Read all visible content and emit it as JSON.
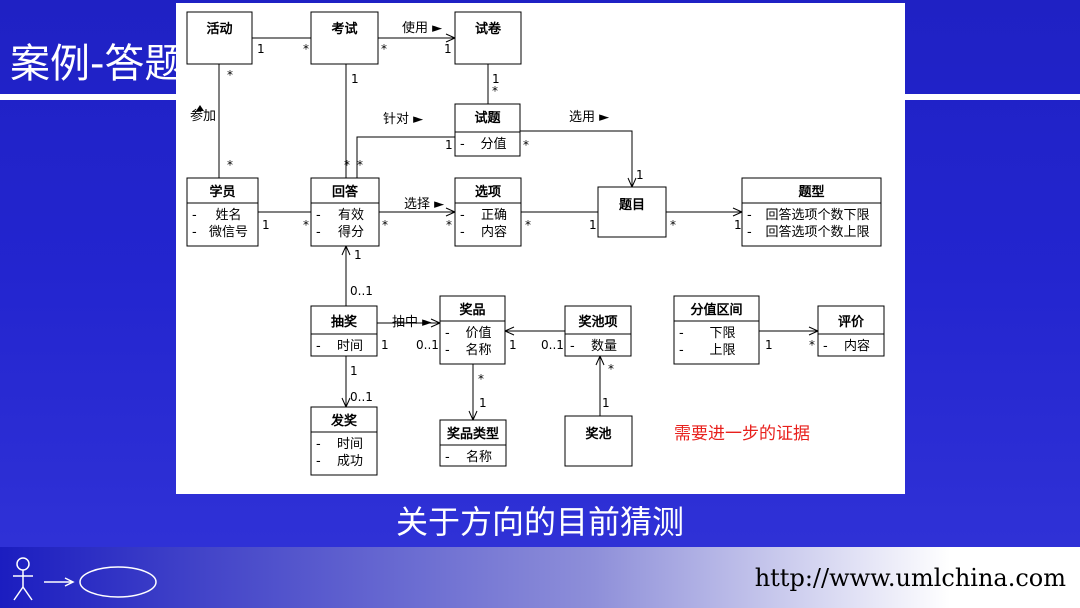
{
  "slide": {
    "title": "案例-答题",
    "caption": "关于方向的目前猜测",
    "footer_url": "http://www.umlchina.com"
  },
  "diagram": {
    "classes": [
      {
        "id": "huodong",
        "name": "活动",
        "attrs": []
      },
      {
        "id": "kaoshi",
        "name": "考试",
        "attrs": []
      },
      {
        "id": "shijuan",
        "name": "试卷",
        "attrs": []
      },
      {
        "id": "shiti",
        "name": "试题",
        "attrs": [
          "分值"
        ]
      },
      {
        "id": "xueyuan",
        "name": "学员",
        "attrs": [
          "姓名",
          "微信号"
        ]
      },
      {
        "id": "huida",
        "name": "回答",
        "attrs": [
          "有效",
          "得分"
        ]
      },
      {
        "id": "xuanxiang",
        "name": "选项",
        "attrs": [
          "正确",
          "内容"
        ]
      },
      {
        "id": "timu",
        "name": "题目",
        "attrs": []
      },
      {
        "id": "tixing",
        "name": "题型",
        "attrs": [
          "回答选项个数下限",
          "回答选项个数上限"
        ]
      },
      {
        "id": "choujiang",
        "name": "抽奖",
        "attrs": [
          "时间"
        ]
      },
      {
        "id": "jiangpin",
        "name": "奖品",
        "attrs": [
          "价值",
          "名称"
        ]
      },
      {
        "id": "jiangchixiang",
        "name": "奖池项",
        "attrs": [
          "数量"
        ]
      },
      {
        "id": "fenzhiqujian",
        "name": "分值区间",
        "attrs": [
          "下限",
          "上限"
        ]
      },
      {
        "id": "pingjia",
        "name": "评价",
        "attrs": [
          "内容"
        ]
      },
      {
        "id": "fajiang",
        "name": "发奖",
        "attrs": [
          "时间",
          "成功"
        ]
      },
      {
        "id": "jiangpinleixing",
        "name": "奖品类型",
        "attrs": [
          "名称"
        ]
      },
      {
        "id": "jiangchi",
        "name": "奖池",
        "attrs": []
      }
    ],
    "associations": [
      "使用 ►",
      "参加",
      "针对 ►",
      "选用 ►",
      "选择 ►",
      "抽中 ►"
    ],
    "multiplicities": [
      "1",
      "*",
      "0..1"
    ],
    "note": "需要进一步的证据",
    "note_color": "#e8201c"
  }
}
